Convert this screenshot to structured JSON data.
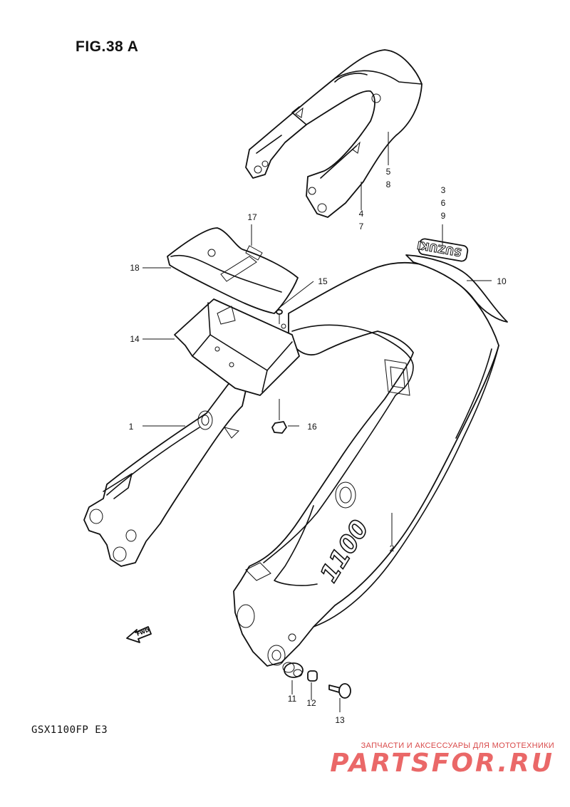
{
  "figure": {
    "title": "FIG.38 A"
  },
  "model": {
    "code": "GSX1100FP  E3"
  },
  "emblem_text": "SUZUKI",
  "badge_text": "1100",
  "fwd_label": "FWD",
  "callouts": {
    "c1": "1",
    "c2": "2",
    "c3": "3",
    "c6": "6",
    "c9": "9",
    "c4": "4",
    "c7": "7",
    "c5": "5",
    "c8": "8",
    "c10": "10",
    "c11": "11",
    "c12": "12",
    "c13": "13",
    "c14": "14",
    "c15": "15",
    "c16": "16",
    "c17": "17",
    "c18": "18"
  },
  "watermark": {
    "tagline": "ЗАПЧАСТИ И АКСЕССУАРЫ ДЛЯ МОТОТЕХНИКИ",
    "brand": "PARTSFOR.RU"
  },
  "colors": {
    "line": "#111111",
    "watermark": "#e85454"
  }
}
